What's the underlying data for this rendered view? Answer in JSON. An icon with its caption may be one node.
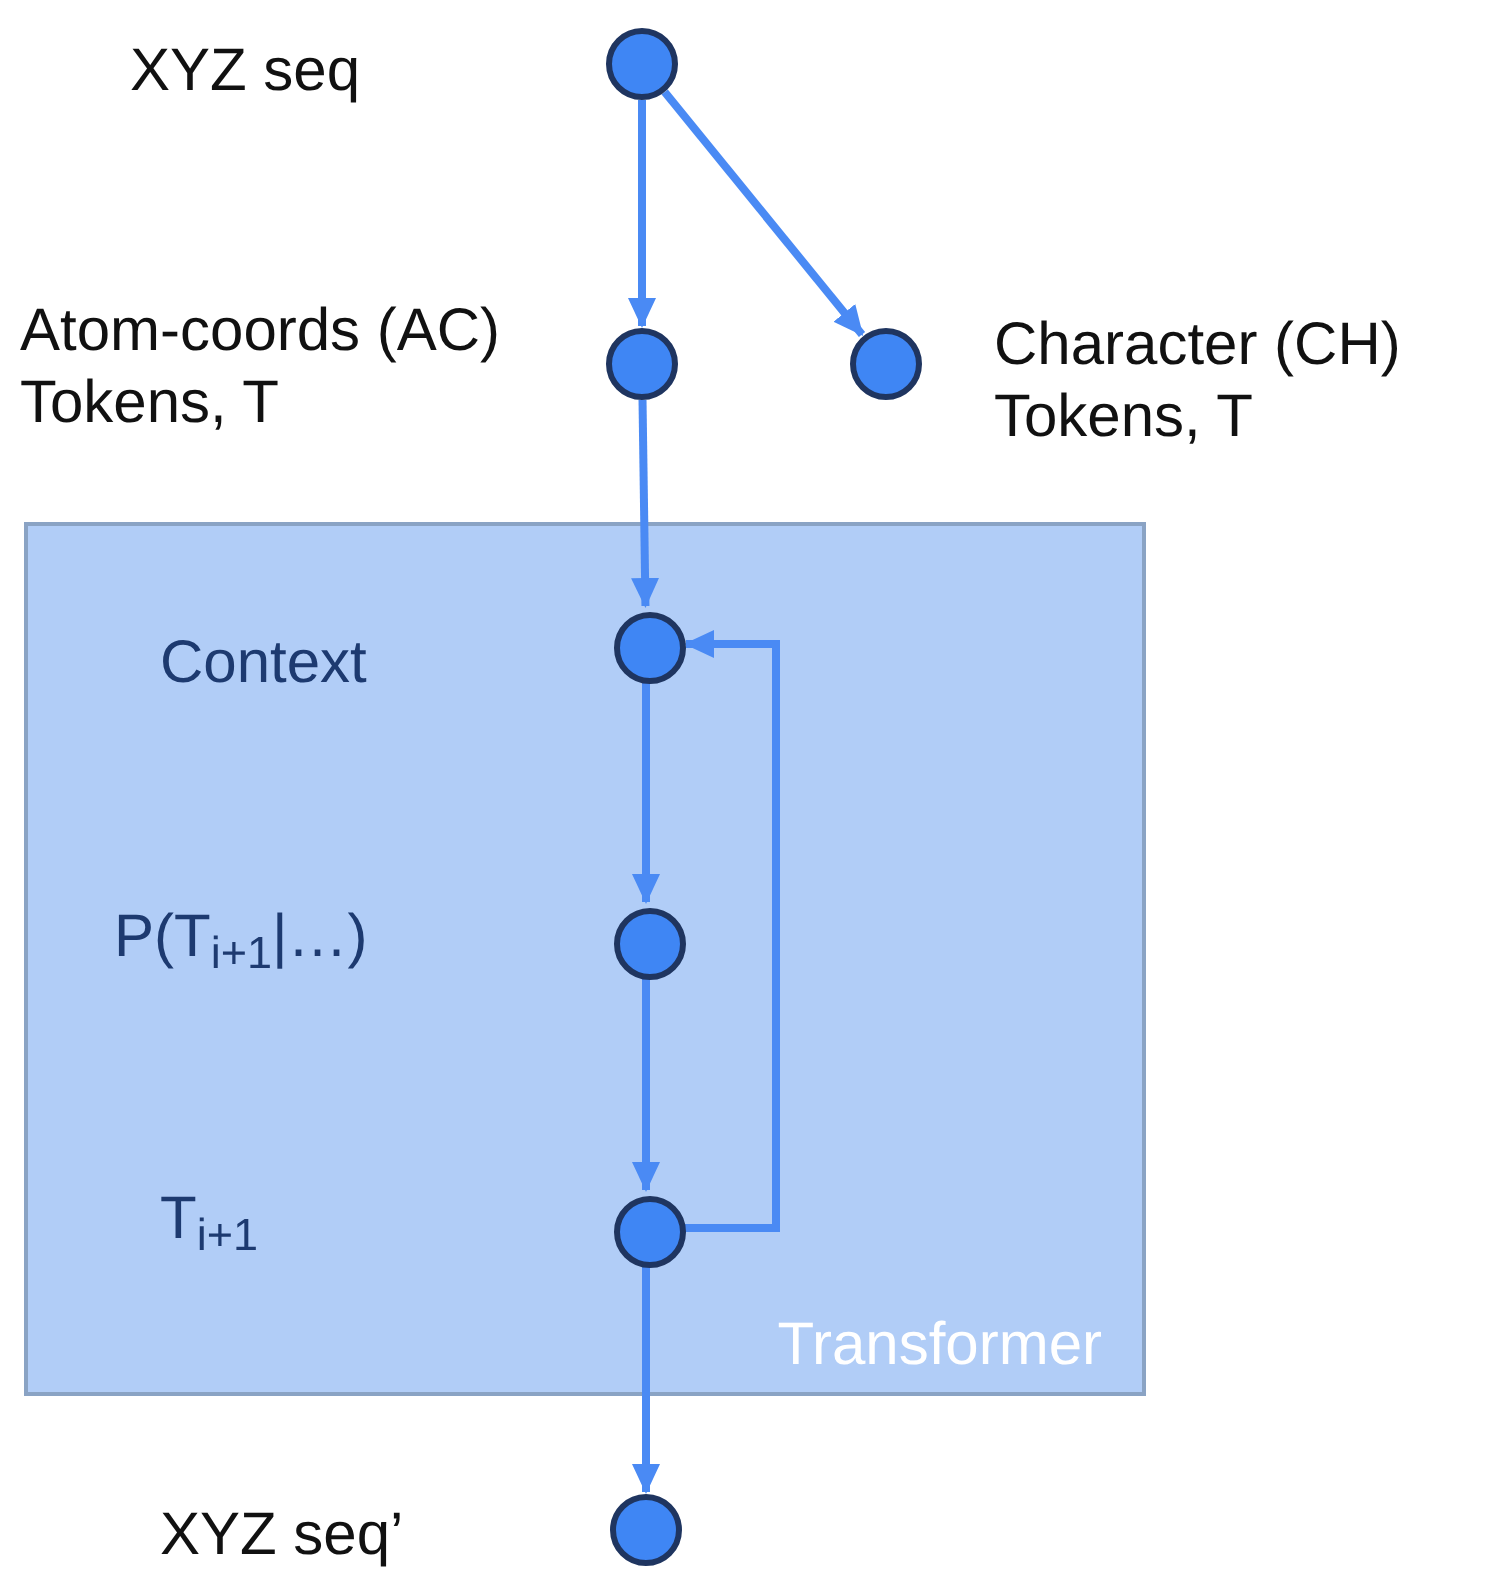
{
  "diagram": {
    "nodes": [
      {
        "text": [],
        "shape": "circle"
      },
      {
        "text": [],
        "shape": "circle",
        "beside": [
          "Atom-coords (AC) Tokens, T"
        ]
      },
      {
        "text": [],
        "shape": "circle",
        "beside": [
          "Character (CH) Tokens, T"
        ]
      },
      {
        "text": [
          "Transformer"
        ]
      },
      {
        "text": [],
        "shape": "circle",
        "in": 3
      },
      {
        "text": [],
        "shape": "circle",
        "in": 3
      },
      {
        "text": [],
        "shape": "circle",
        "in": 3
      },
      {
        "text": [],
        "shape": "circle",
        "beside": [
          "XYZ seq’"
        ]
      }
    ],
    "edges": [
      {
        "from": 0,
        "to": 1,
        "arrow": "to"
      },
      {
        "from": 0,
        "to": 2,
        "arrow": "to"
      },
      {
        "from": 1,
        "to": 4,
        "arrow": "to"
      },
      {
        "from": 4,
        "to": 5,
        "arrow": "to"
      },
      {
        "from": 5,
        "to": 6,
        "arrow": "to"
      },
      {
        "from": 6,
        "to": 4,
        "arrow": "to"
      },
      {
        "from": 6,
        "to": 7,
        "arrow": "to"
      }
    ],
    "labels": [
      "XYZ seq",
      "Context",
      "P(T$_{i+1}$|…)",
      "T$_{i+1}$"
    ]
  }
}
